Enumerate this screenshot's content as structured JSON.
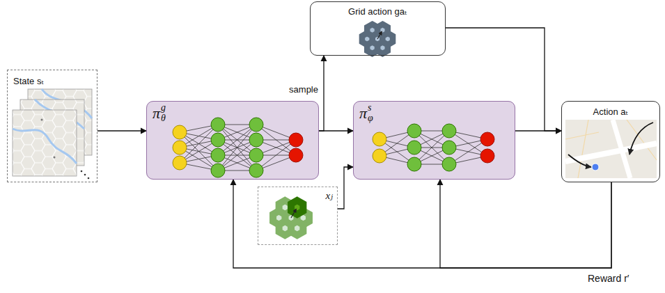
{
  "diagram": {
    "nodes": [
      {
        "text": [
          "Grid action gaₜ"
        ]
      },
      {
        "text": [
          "State sₜ"
        ]
      },
      {
        "text": [
          "π",
          "g",
          "θ"
        ]
      },
      {
        "text": [
          "π",
          "s",
          "φ"
        ]
      },
      {
        "text": [
          "xⱼ"
        ]
      },
      {
        "text": [
          "Action aₜ"
        ]
      }
    ],
    "edges": [
      {
        "from": 1,
        "to": 2,
        "arrow": "to"
      },
      {
        "from": 2,
        "to": 0,
        "arrow": "to",
        "label": "sample"
      },
      {
        "from": 2,
        "to": 3,
        "arrow": "to"
      },
      {
        "from": 4,
        "to": 3,
        "arrow": "to"
      },
      {
        "from": 0,
        "to": 5,
        "arrow": "to"
      },
      {
        "from": 3,
        "to": 5,
        "arrow": "to"
      },
      {
        "from": 5,
        "to": 2,
        "arrow": "to"
      },
      {
        "from": 5,
        "to": 3,
        "arrow": "to"
      }
    ],
    "labels": [
      "Reward r′"
    ]
  }
}
